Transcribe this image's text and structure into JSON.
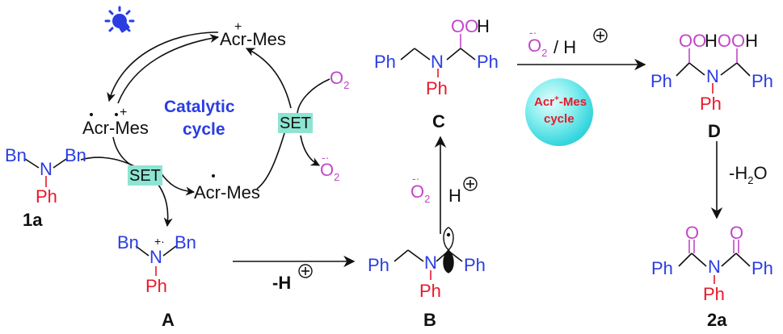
{
  "photocatalyst": {
    "ground_state": "Acr-Mes",
    "excited_state_radical_cation": "Acr-Mes",
    "radical": "Acr-Mes",
    "cation_charge": "+",
    "radical_cation_charge": "+"
  },
  "cycle_label": {
    "line1": "Catalytic",
    "line2": "cycle"
  },
  "set_label": "SET",
  "oxygen": {
    "o2_symbol": "O",
    "o2_subscript": "2",
    "superoxide_symbol": "O",
    "superoxide_subscript": "2"
  },
  "groups": {
    "bn": "Bn",
    "ph": "Ph",
    "n": "N",
    "o": "O",
    "ooh": "OOH",
    "oo": "OO",
    "h": "H",
    "hooh": "HOOH"
  },
  "compounds": {
    "substrate": "1a",
    "radical_cation": "A",
    "alpha_amino_radical": "B",
    "hydroperoxide": "C",
    "bis_hydroperoxide": "D",
    "product": "2a",
    "radical_cation_charge": "+·"
  },
  "arrows": {
    "deprotonation": "-H",
    "proton": "+",
    "superoxide_over_proton": "/ H",
    "dehydration": "-H",
    "dehydration_h2o_sub": "2",
    "dehydration_tail": "O",
    "h_plus": "H"
  },
  "cycle_ball": {
    "line1": "Acr",
    "sup": "+",
    "line1_tail": "-Mes",
    "line2": "cycle"
  },
  "colors": {
    "black": "#111111",
    "blue": "#2a3de0",
    "red": "#e8182a",
    "magenta": "#c247c9",
    "set_highlight": "#8ee4d2",
    "ball_cyan": "#37d6de"
  },
  "icons": [
    "lightbulb-icon"
  ]
}
